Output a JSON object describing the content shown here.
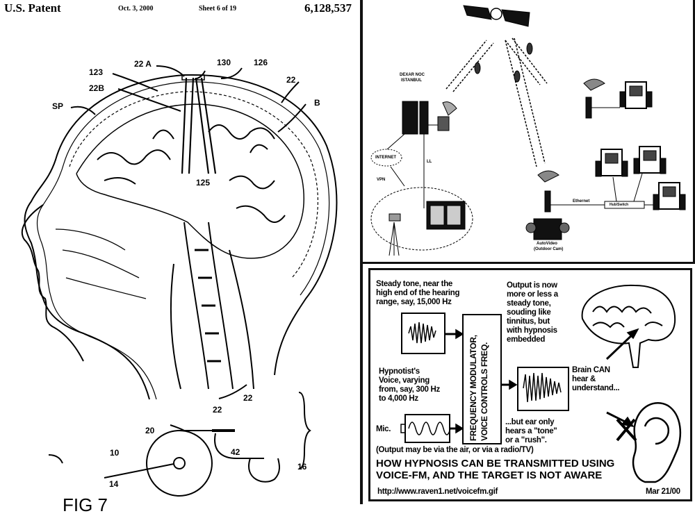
{
  "patent": {
    "header": {
      "title": "U.S. Patent",
      "date": "Oct. 3, 2000",
      "sheet": "Sheet 6 of 19",
      "number": "6,128,537"
    },
    "labels": [
      "22 A",
      "130",
      "126",
      "123",
      "22B",
      "22",
      "SP",
      "B",
      "125",
      "22",
      "22",
      "20",
      "10",
      "42",
      "16",
      "14"
    ],
    "figure": "FIG 7"
  },
  "network": {
    "labels": {
      "noc": "DEXAR NOC",
      "city": "ISTANBUL",
      "internet": "INTERNET",
      "vpn": "VPN",
      "ll": "LL",
      "ethernet": "Ethernet",
      "hub": "Hub/Switch",
      "remote": "AutoVideo",
      "remote_sub": "(Outdoor Cam)"
    }
  },
  "hypnosis": {
    "steady_tone": [
      "Steady tone, near the",
      "high end of the hearing",
      "range, say, 15,000 Hz"
    ],
    "output_desc": [
      "Output is now",
      "more or less a",
      "steady tone,",
      "souding like",
      "tinnitus, but",
      "with hypnosis",
      "embedded"
    ],
    "modulator": [
      "FREQUENCY MODULATOR,",
      "VOICE CONTROLS FREQ."
    ],
    "voice_desc": [
      "Hypnotist's",
      "Voice, varying",
      "from, say, 300 Hz",
      "to 4,000 Hz"
    ],
    "mic_label": "Mic.",
    "brain_desc": [
      "Brain CAN",
      "hear &",
      "understand..."
    ],
    "ear_desc": [
      "...but ear only",
      "hears a \"tone\"",
      "or a \"rush\"."
    ],
    "output_note": "(Output may be via the air, or via a radio/TV)",
    "headline": [
      "HOW HYPNOSIS CAN BE TRANSMITTED USING",
      "VOICE-FM, AND THE TARGET IS NOT AWARE"
    ],
    "url": "http://www.raven1.net/voicefm.gif",
    "date": "Mar 21/00"
  }
}
